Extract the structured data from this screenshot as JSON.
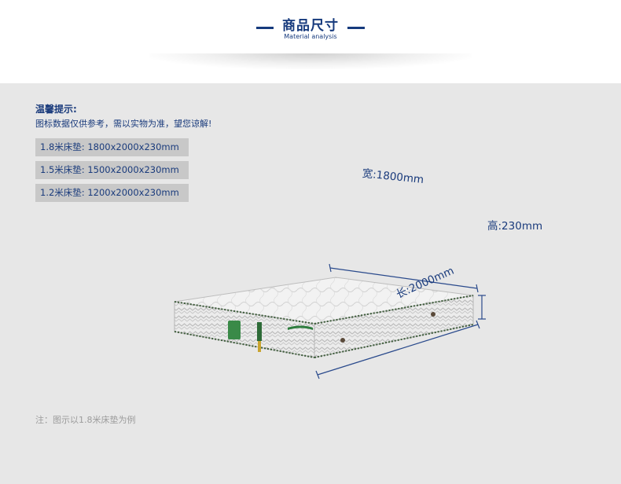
{
  "header": {
    "title": "商品尺寸",
    "subtitle": "Material analysis"
  },
  "tips": {
    "title": "温馨提示:",
    "text": "图标数据仅供参考，需以实物为准，望您谅解!"
  },
  "sizes": [
    {
      "label": "1.8米床垫: 1800x2000x230mm"
    },
    {
      "label": "1.5米床垫: 1500x2000x230mm"
    },
    {
      "label": "1.2米床垫: 1200x2000x230mm"
    }
  ],
  "dimensions": {
    "width": "宽:1800mm",
    "height": "高:230mm",
    "length": "长:2000mm"
  },
  "note": "注：图示以1.8米床垫为例",
  "colors": {
    "accent": "#163a7d",
    "panel": "#e7e7e7",
    "size_box": "#c8c8c8"
  }
}
